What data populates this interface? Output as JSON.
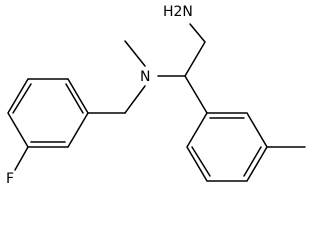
{
  "molecule": {
    "atoms": {
      "amine": "H2N",
      "nitrogen": "N",
      "fluorine": "F"
    }
  }
}
